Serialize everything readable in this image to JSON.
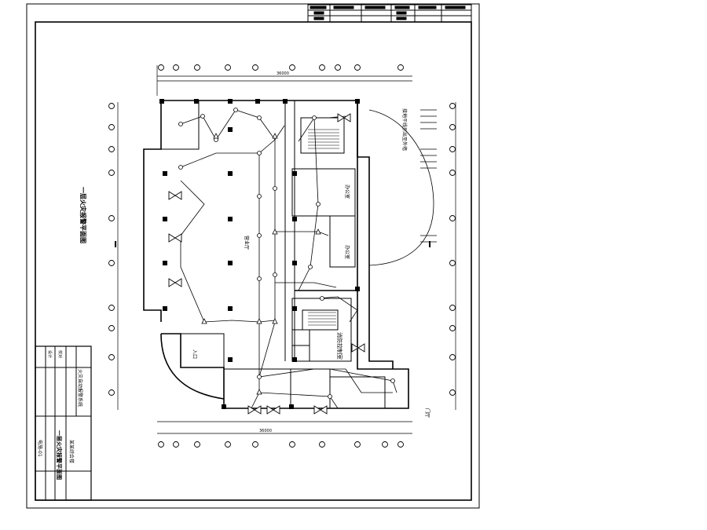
{
  "title_block": {
    "heading_v": "一层火灾报警平面图",
    "sub_v": "火灾自动报警系统",
    "project_v": "某某综合楼",
    "designer_v": "设计",
    "checker_v": "校对",
    "drawing_no_v": "电施-01"
  },
  "labels": {
    "hall": "营业厅",
    "entrance": "入口",
    "office_1": "办公室",
    "office_2": "办公室",
    "lobby": "门厅",
    "fire_room": "消防控制室",
    "right_note": "接地干线引出至外墙",
    "section_left": "I",
    "section_right": "I"
  },
  "dims": {
    "top_total": "36000",
    "bottom_total": "36000"
  },
  "colors": {
    "line": "#000000",
    "paper": "#ffffff"
  }
}
